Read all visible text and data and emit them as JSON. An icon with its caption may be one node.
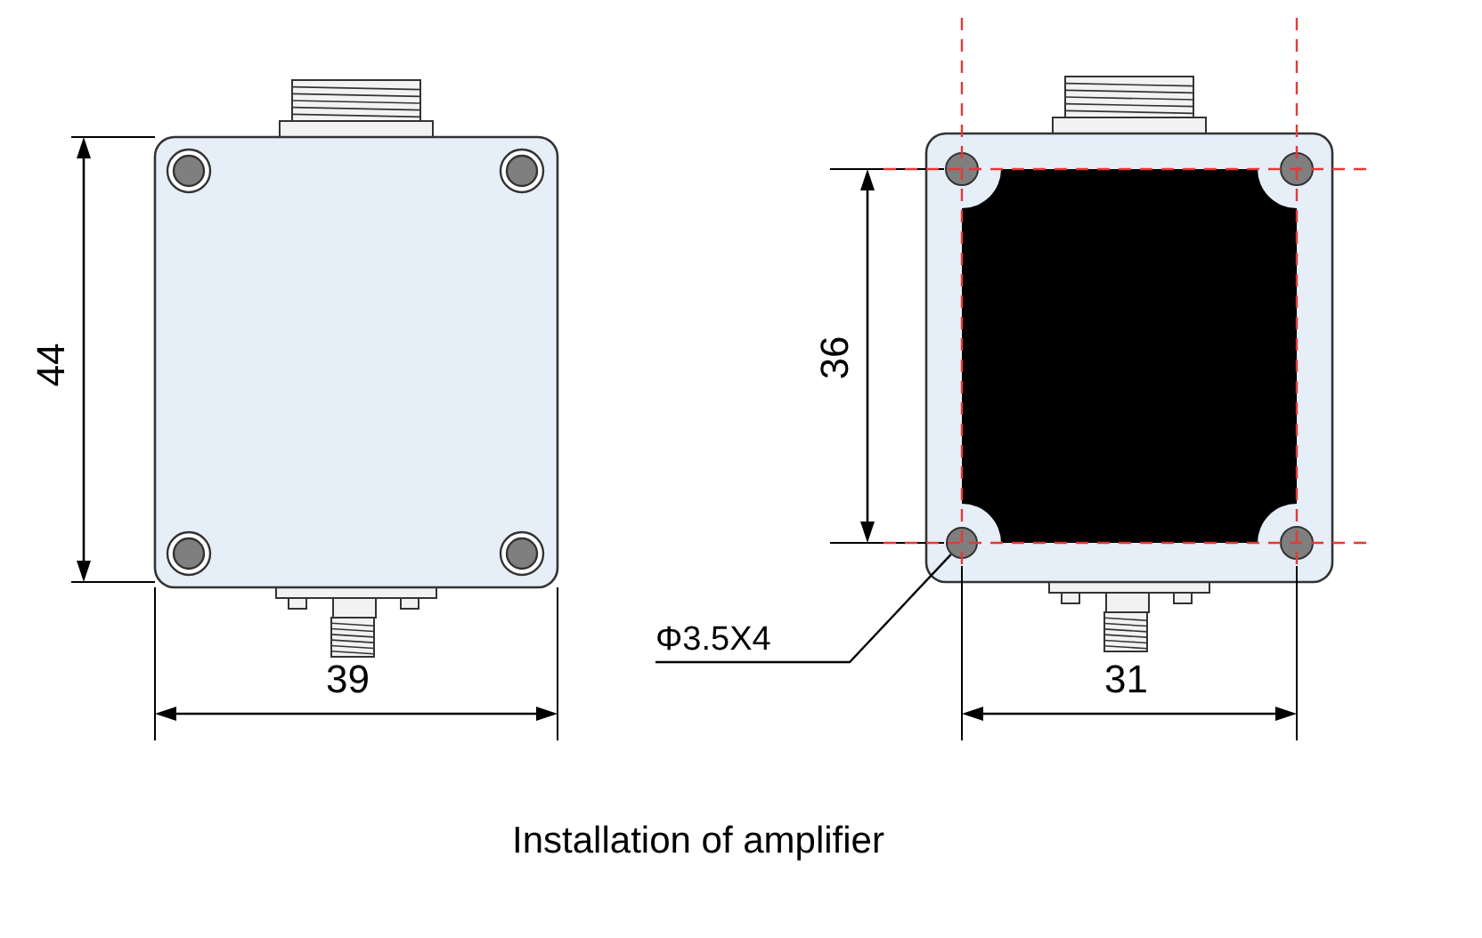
{
  "diagram": {
    "caption": "Installation of amplifier",
    "nodes": [
      {
        "text": [
          "Φ3.5X4"
        ]
      },
      {
        "text": [],
        "shape": "circle"
      }
    ],
    "edges": [
      {
        "from": 0,
        "to": 1,
        "arrow": "none"
      }
    ],
    "labels": [
      "44",
      "39",
      "36",
      "31"
    ]
  }
}
